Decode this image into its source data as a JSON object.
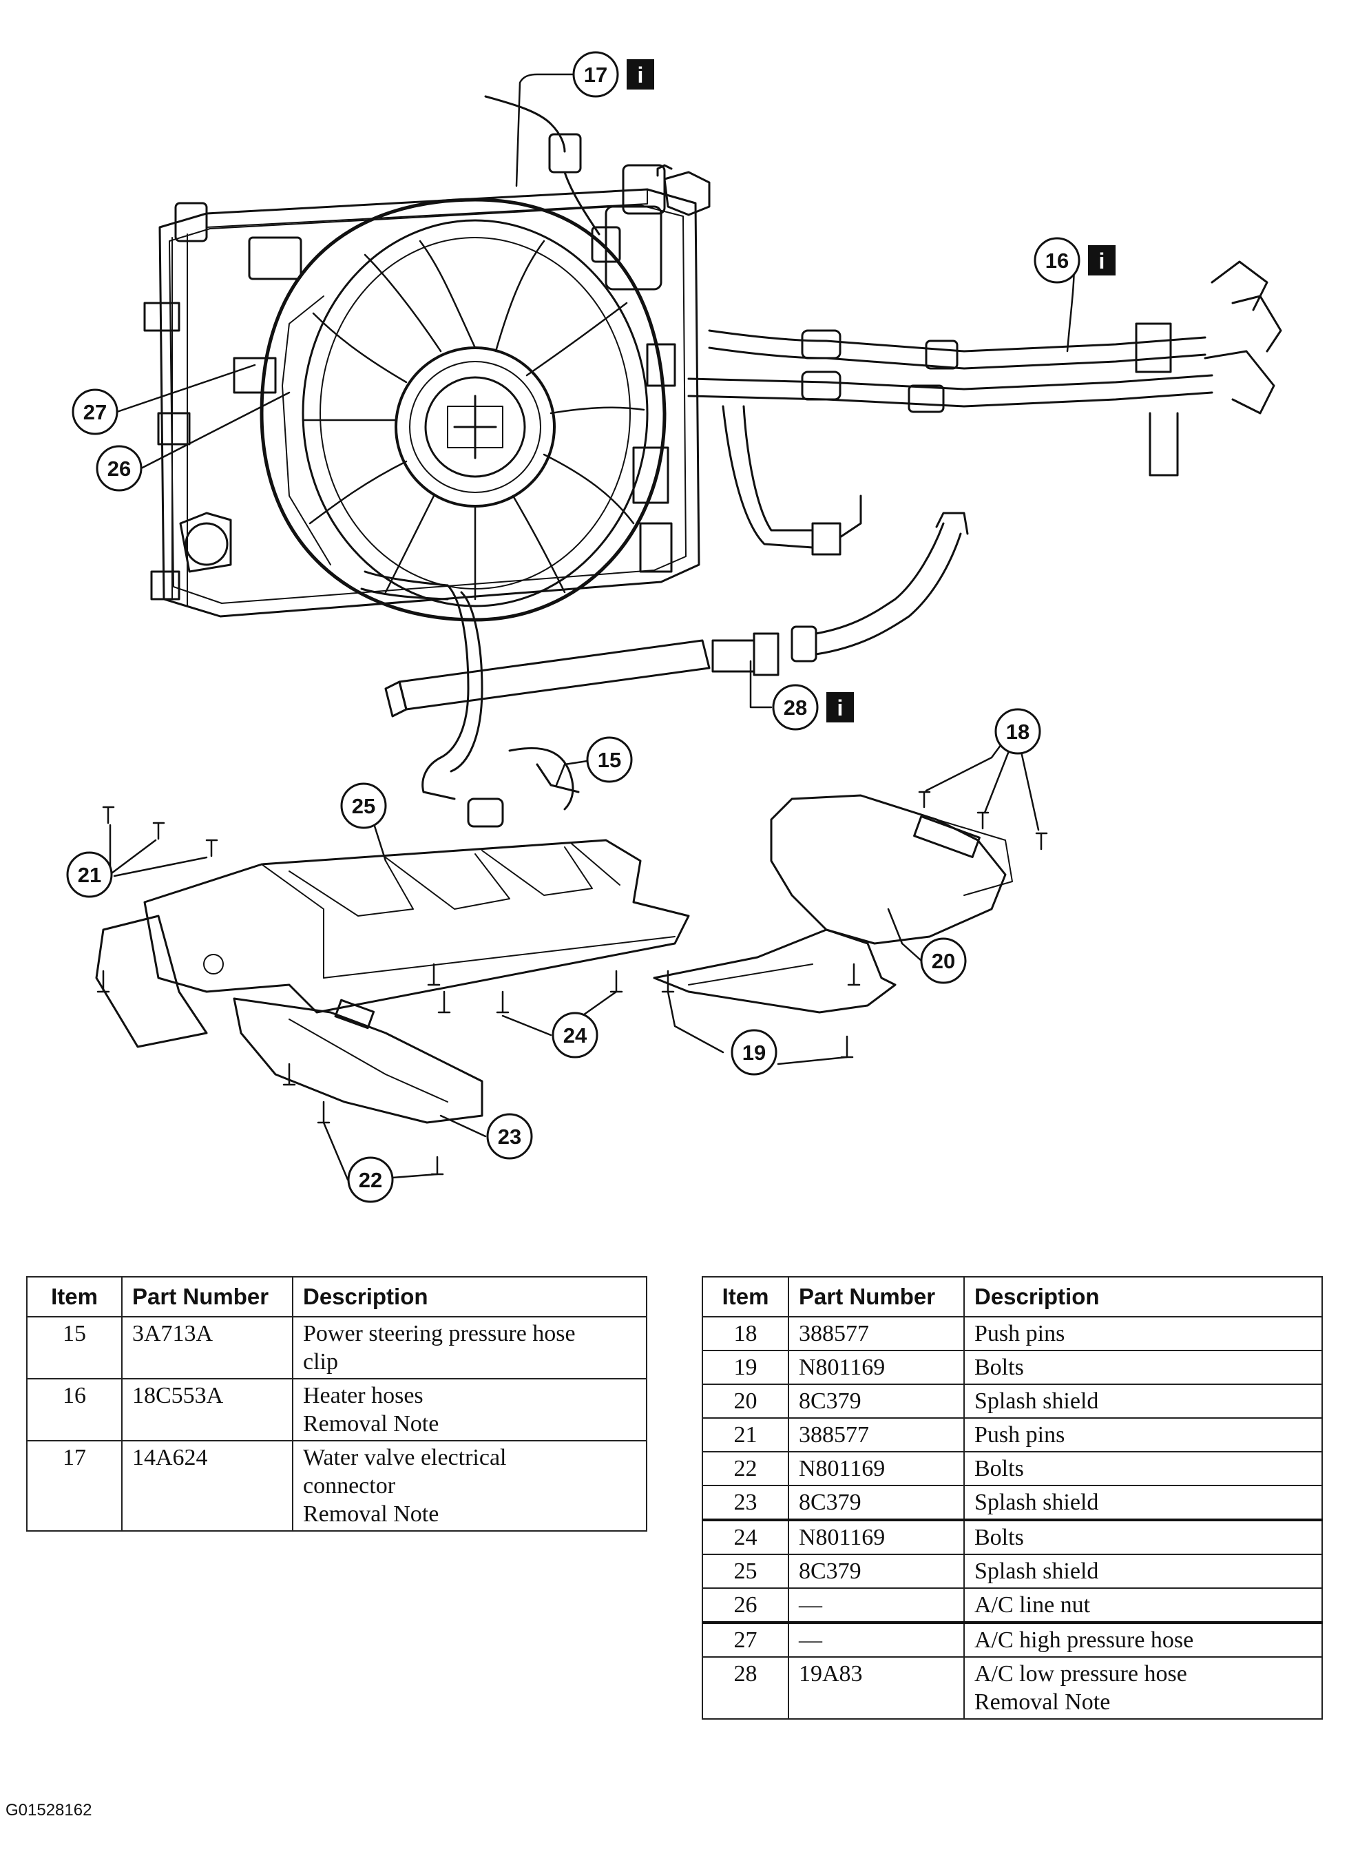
{
  "figure_id": "G01528162",
  "callouts": [
    {
      "num": "17",
      "info": true
    },
    {
      "num": "16",
      "info": true
    },
    {
      "num": "27",
      "info": false
    },
    {
      "num": "26",
      "info": false
    },
    {
      "num": "28",
      "info": true
    },
    {
      "num": "18",
      "info": false
    },
    {
      "num": "15",
      "info": false
    },
    {
      "num": "25",
      "info": false
    },
    {
      "num": "21",
      "info": false
    },
    {
      "num": "20",
      "info": false
    },
    {
      "num": "24",
      "info": false
    },
    {
      "num": "19",
      "info": false
    },
    {
      "num": "23",
      "info": false
    },
    {
      "num": "22",
      "info": false
    }
  ],
  "info_icon_glyph": "i",
  "table_left": {
    "headers": {
      "item": "Item",
      "part_number": "Part Number",
      "description": "Description"
    },
    "rows": [
      {
        "item": "15",
        "part_number": "3A713A",
        "description": [
          "Power steering pressure hose",
          "clip"
        ]
      },
      {
        "item": "16",
        "part_number": "18C553A",
        "description": [
          "Heater hoses",
          "Removal Note"
        ]
      },
      {
        "item": "17",
        "part_number": "14A624",
        "description": [
          "Water valve electrical",
          "connector",
          "Removal Note"
        ]
      }
    ]
  },
  "table_right": {
    "headers": {
      "item": "Item",
      "part_number": "Part Number",
      "description": "Description"
    },
    "rows": [
      {
        "item": "18",
        "part_number": "388577",
        "description": [
          "Push pins"
        ]
      },
      {
        "item": "19",
        "part_number": "N801169",
        "description": [
          "Bolts"
        ]
      },
      {
        "item": "20",
        "part_number": "8C379",
        "description": [
          "Splash shield"
        ]
      },
      {
        "item": "21",
        "part_number": "388577",
        "description": [
          "Push pins"
        ]
      },
      {
        "item": "22",
        "part_number": "N801169",
        "description": [
          "Bolts"
        ]
      },
      {
        "item": "23",
        "part_number": "8C379",
        "description": [
          "Splash shield"
        ]
      },
      {
        "item": "24",
        "part_number": "N801169",
        "description": [
          "Bolts"
        ]
      },
      {
        "item": "25",
        "part_number": "8C379",
        "description": [
          "Splash shield"
        ]
      },
      {
        "item": "26",
        "part_number": "—",
        "description": [
          "A/C line nut"
        ]
      },
      {
        "item": "27",
        "part_number": "—",
        "description": [
          "A/C high pressure hose"
        ]
      },
      {
        "item": "28",
        "part_number": "19A83",
        "description": [
          "A/C low pressure hose",
          "Removal Note"
        ]
      }
    ]
  }
}
